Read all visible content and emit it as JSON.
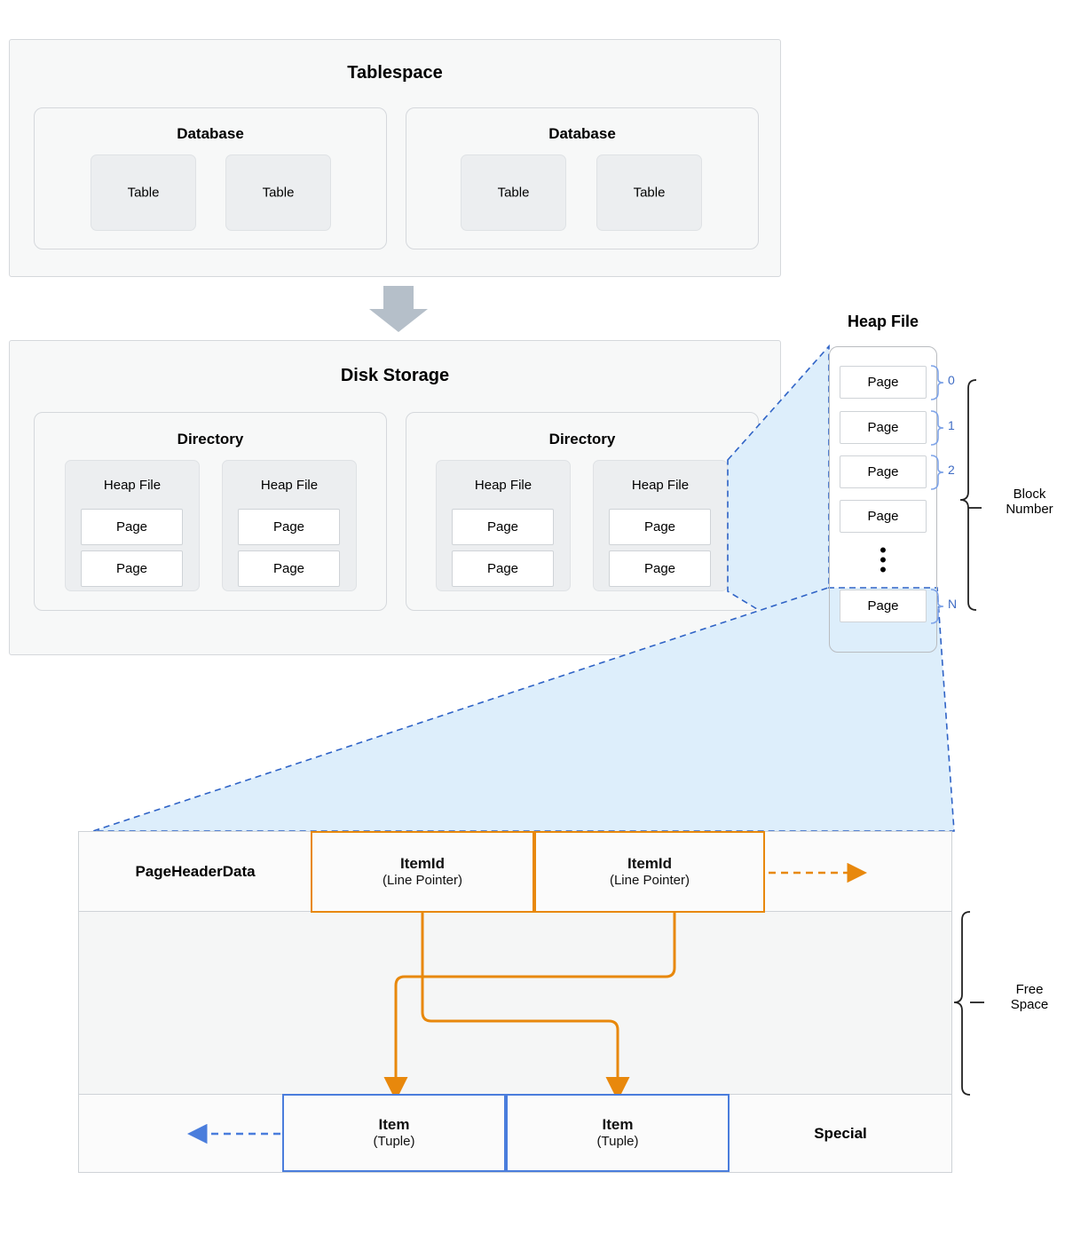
{
  "tablespace": {
    "title": "Tablespace",
    "databases": [
      {
        "title": "Database",
        "tables": [
          "Table",
          "Table"
        ]
      },
      {
        "title": "Database",
        "tables": [
          "Table",
          "Table"
        ]
      }
    ]
  },
  "flow_arrow": {
    "name": "down-arrow",
    "color": "#b5bfc9"
  },
  "disk_storage": {
    "title": "Disk Storage",
    "directories": [
      {
        "title": "Directory",
        "heap_files": [
          {
            "title": "Heap File",
            "pages": [
              "Page",
              "Page"
            ]
          },
          {
            "title": "Heap File",
            "pages": [
              "Page",
              "Page"
            ]
          }
        ]
      },
      {
        "title": "Directory",
        "heap_files": [
          {
            "title": "Heap File",
            "pages": [
              "Page",
              "Page"
            ]
          },
          {
            "title": "Heap File",
            "pages": [
              "Page",
              "Page"
            ]
          }
        ]
      }
    ]
  },
  "heap_file_callout": {
    "title": "Heap File",
    "pages": [
      "Page",
      "Page",
      "Page",
      "Page",
      "Page"
    ],
    "block_numbers": [
      "0",
      "1",
      "2",
      "N"
    ],
    "ellipsis": "•",
    "bracket_label": "Block\nNumber",
    "bracket_label_line1": "Block",
    "bracket_label_line2": "Number"
  },
  "page_layout": {
    "header_label": "PageHeaderData",
    "item_ids": [
      {
        "line1": "ItemId",
        "line2": "(Line Pointer)"
      },
      {
        "line1": "ItemId",
        "line2": "(Line Pointer)"
      }
    ],
    "items": [
      {
        "line1": "Item",
        "line2": "(Tuple)"
      },
      {
        "line1": "Item",
        "line2": "(Tuple)"
      }
    ],
    "special_label": "Special",
    "free_space_line1": "Free",
    "free_space_line2": "Space",
    "growth_arrow_right": "itemid-growth-arrow",
    "growth_arrow_left": "item-growth-arrow"
  },
  "colors": {
    "orange": "#e8880c",
    "blue": "#4a7ddc",
    "light_blue_fill": "#ddeefb",
    "grey_panel": "#f7f8f8",
    "grey_box": "#eceef0",
    "arrow_grey": "#b5bfc9",
    "bracket_blue": "#7fa4e8",
    "bracket_dark": "#222222"
  }
}
